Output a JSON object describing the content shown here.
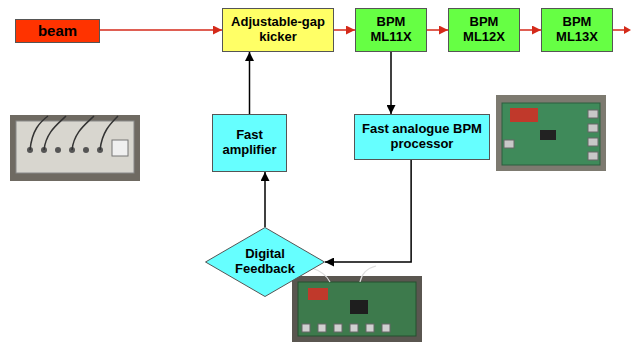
{
  "diagram": {
    "nodes": [
      {
        "text": [
          "beam"
        ]
      },
      {
        "text": [
          "Adjustable-gap kicker"
        ]
      },
      {
        "text": [
          "BPM ML11X"
        ]
      },
      {
        "text": [
          "BPM ML12X"
        ]
      },
      {
        "text": [
          "BPM ML13X"
        ]
      },
      {
        "text": [
          "Fast amplifier"
        ]
      },
      {
        "text": [
          "Fast analogue BPM processor"
        ]
      },
      {
        "text": [
          "Digital Feedback"
        ]
      }
    ],
    "edges": [
      {
        "from": 0,
        "to": 1,
        "arrow": "to"
      },
      {
        "from": 1,
        "to": 2,
        "arrow": "to"
      },
      {
        "from": 2,
        "to": 3,
        "arrow": "to"
      },
      {
        "from": 3,
        "to": 4,
        "arrow": "to"
      },
      {
        "from": 5,
        "to": 1,
        "arrow": "to"
      },
      {
        "from": 2,
        "to": 6,
        "arrow": "to"
      },
      {
        "from": 6,
        "to": 7,
        "arrow": "to"
      },
      {
        "from": 7,
        "to": 5,
        "arrow": "to"
      }
    ]
  }
}
